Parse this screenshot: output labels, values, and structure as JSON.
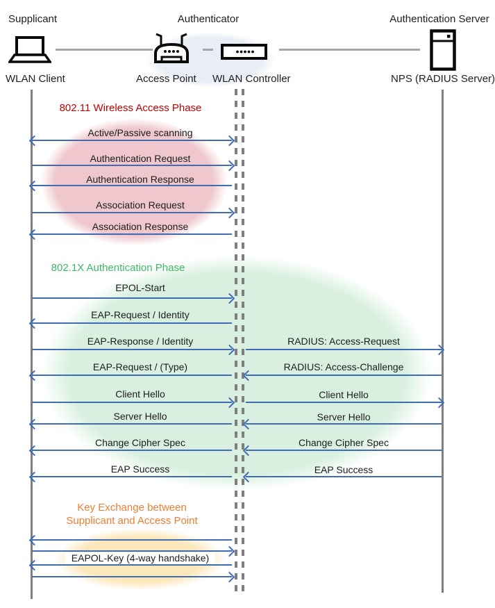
{
  "header": {
    "roles": {
      "supplicant": "Supplicant",
      "authenticator": "Authenticator",
      "auth_server": "Authentication Server"
    },
    "devices": {
      "client": "WLAN Client",
      "access_point": "Access Point",
      "controller": "WLAN Controller",
      "server": "NPS (RADIUS Server)"
    },
    "icons": {
      "client": "laptop-icon",
      "access_point": "wireless-router-icon",
      "controller": "controller-box-icon",
      "server": "server-icon"
    }
  },
  "colors": {
    "arrow": "#3e6cb5",
    "lifeline": "#7f7f7f",
    "phase1_title": "#C00000",
    "phase2_title": "#3EB868",
    "phase3_title": "#ED7D31",
    "phase1_fill": "#efc7cc",
    "phase2_fill": "#d9f0e0",
    "phase3_fill": "#fce7ba",
    "authenticator_fill": "#e9edf6"
  },
  "phase1": {
    "title": "802.11 Wireless Access Phase",
    "messages": [
      {
        "label": "Active/Passive scanning",
        "direction": "both"
      },
      {
        "label": "Authentication Request",
        "direction": "right"
      },
      {
        "label": "Authentication Response",
        "direction": "left"
      },
      {
        "label": "Association Request",
        "direction": "right"
      },
      {
        "label": "Association Response",
        "direction": "left"
      }
    ]
  },
  "phase2": {
    "title": "802.1X Authentication Phase",
    "client_messages": [
      {
        "label": "EPOL-Start",
        "direction": "right"
      },
      {
        "label": "EAP-Request / Identity",
        "direction": "left"
      },
      {
        "label": "EAP-Response / Identity",
        "direction": "right"
      },
      {
        "label": "EAP-Request / (Type)",
        "direction": "left"
      },
      {
        "label": "Client Hello",
        "direction": "right"
      },
      {
        "label": "Server Hello",
        "direction": "left"
      },
      {
        "label": "Change Cipher Spec",
        "direction": "left"
      },
      {
        "label": "EAP Success",
        "direction": "left"
      }
    ],
    "server_messages": [
      {
        "label": "RADIUS: Access-Request",
        "direction": "right"
      },
      {
        "label": "RADIUS: Access-Challenge",
        "direction": "left"
      },
      {
        "label": "Client Hello",
        "direction": "right"
      },
      {
        "label": "Server Hello",
        "direction": "left"
      },
      {
        "label": "Change Cipher Spec",
        "direction": "left"
      },
      {
        "label": "EAP Success",
        "direction": "left"
      }
    ]
  },
  "phase3": {
    "title_line1": "Key Exchange between",
    "title_line2": "Supplicant and Access Point",
    "label": "EAPOL-Key (4-way handshake)",
    "arrows": [
      "left",
      "right",
      "left",
      "right"
    ]
  }
}
